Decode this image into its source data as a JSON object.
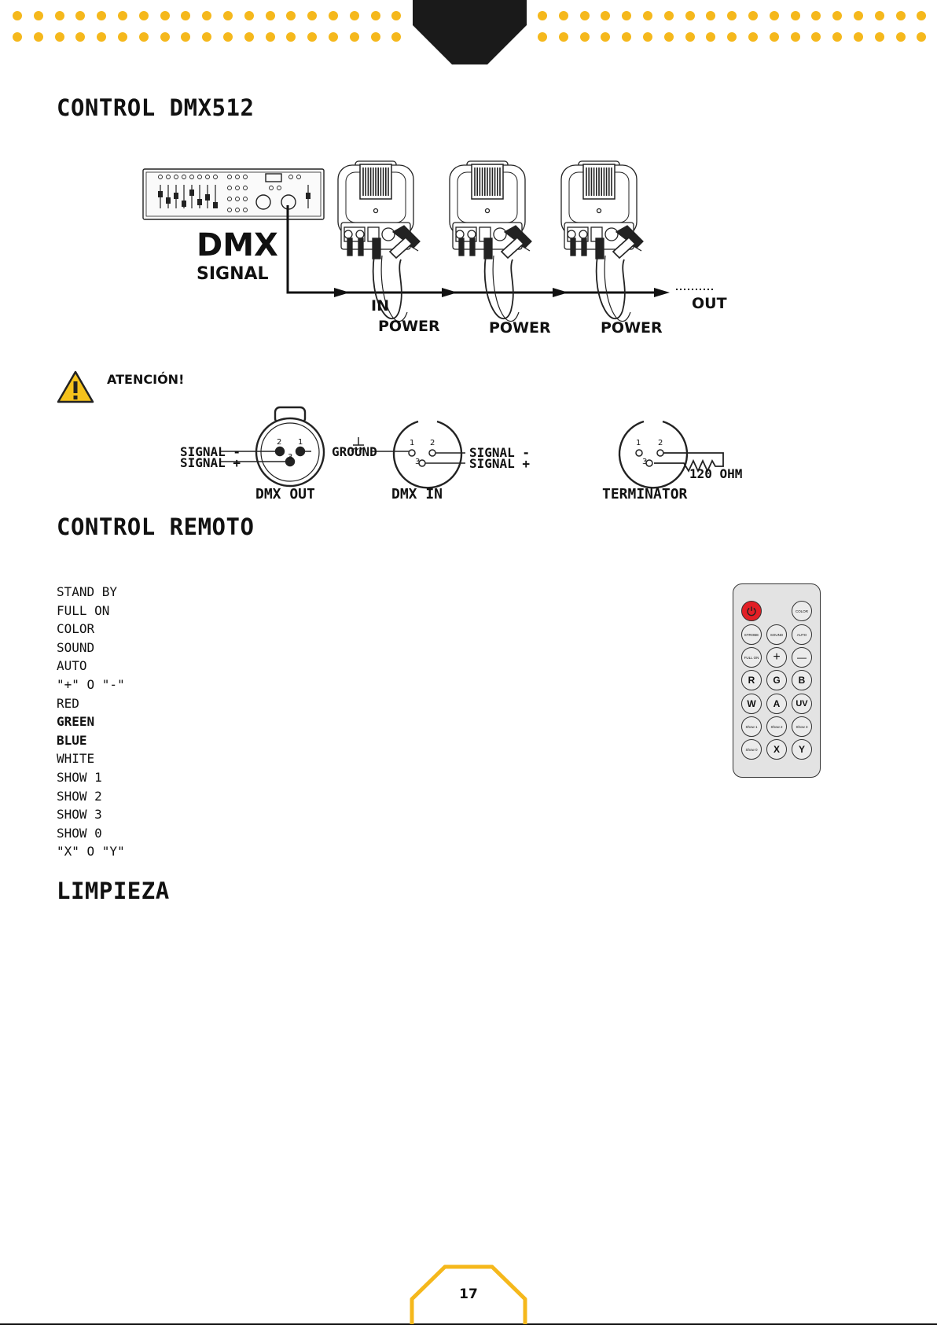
{
  "sections": {
    "dmx_title": "CONTROL DMX512",
    "remote_title": "CONTROL REMOTO",
    "cleaning_title": "LIMPIEZA"
  },
  "dmx_diagram": {
    "dmx_text": "DMX",
    "signal_text": "SIGNAL",
    "in_label": "IN",
    "out_label": "OUT",
    "power_labels": [
      "POWER",
      "POWER",
      "POWER"
    ]
  },
  "attention": {
    "label": "ATENCIÓN!"
  },
  "connectors": {
    "out_signal_minus": "SIGNAL -",
    "out_signal_plus": "SIGNAL +",
    "ground": "GROUND",
    "in_signal_minus": "SIGNAL -",
    "in_signal_plus": "SIGNAL +",
    "dmx_out": "DMX OUT",
    "dmx_in": "DMX IN",
    "terminator": "TERMINATOR",
    "resistor": "120 OHM",
    "pin1": "1",
    "pin2": "2",
    "pin3": "3"
  },
  "remote_functions": [
    "STAND BY",
    "FULL ON",
    "COLOR",
    "SOUND",
    "AUTO",
    "\"+\" O \"-\"",
    "RED",
    "GREEN",
    "BLUE",
    "WHITE",
    "SHOW 1",
    "SHOW 2",
    "SHOW 3",
    "SHOW 0",
    "\"X\" O \"Y\""
  ],
  "remote_buttons": {
    "color": "COLOR",
    "strobe": "STROBE",
    "sound": "SOUND",
    "auto": "AUTO",
    "full_on": "FULL ON",
    "plus": "+",
    "minus": "—",
    "r": "R",
    "g": "G",
    "b": "B",
    "w": "W",
    "a": "A",
    "uv": "UV",
    "show1": "Show 1",
    "show2": "Show 2",
    "show3": "Show 3",
    "show0": "Show 0",
    "x": "X",
    "y": "Y"
  },
  "footer": {
    "page_number": "17"
  },
  "colors": {
    "accent": "#f5b81c",
    "power_button": "#e21f26",
    "text": "#111111"
  }
}
